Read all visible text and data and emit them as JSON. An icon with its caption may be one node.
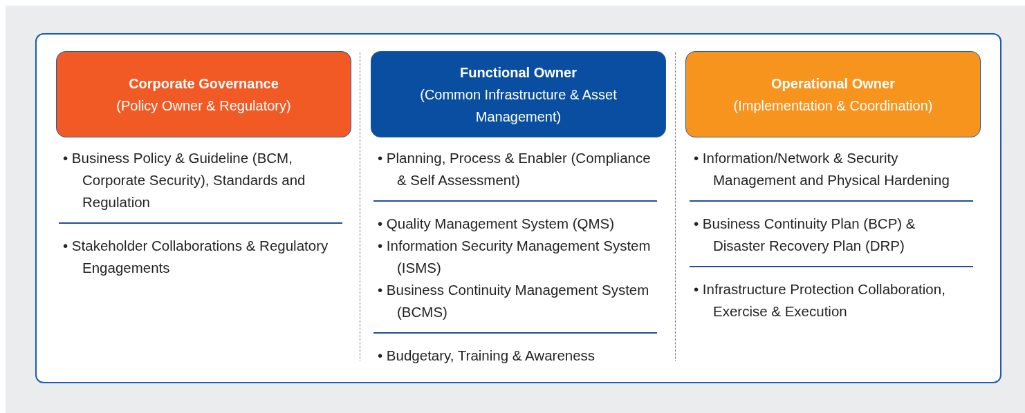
{
  "diagram": {
    "nodes": [
      {
        "text": [],
        "shape": "box"
      },
      {
        "text": [
          "Corporate Governance",
          "(Policy Owner & Regulatory)"
        ],
        "in": 0
      },
      {
        "text": [
          "Functional Owner",
          "(Common Infrastructure & Asset Management)"
        ],
        "in": 0
      },
      {
        "text": [
          "Operational Owner",
          "(Implementation & Coordination)"
        ],
        "in": 0
      }
    ],
    "edges": [],
    "labels": [
      "• Business Policy & Guideline (BCM, Corporate Security), Standards and Regulation",
      "• Stakeholder Collaborations & Regulatory Engagements",
      "• Planning, Process & Enabler (Compliance & Self Assessment)",
      "• Quality Management System (QMS)",
      "• Information Security Management System (ISMS)",
      "• Business Continuity Management System (BCMS)",
      "• Budgetary, Training & Awareness",
      "• Information/Network & Security Management and Physical Hardening",
      "• Business Continuity Plan (BCP) & Disaster Recovery Plan (DRP)",
      "• Infrastructure Protection Collaboration, Exercise & Execution"
    ]
  }
}
